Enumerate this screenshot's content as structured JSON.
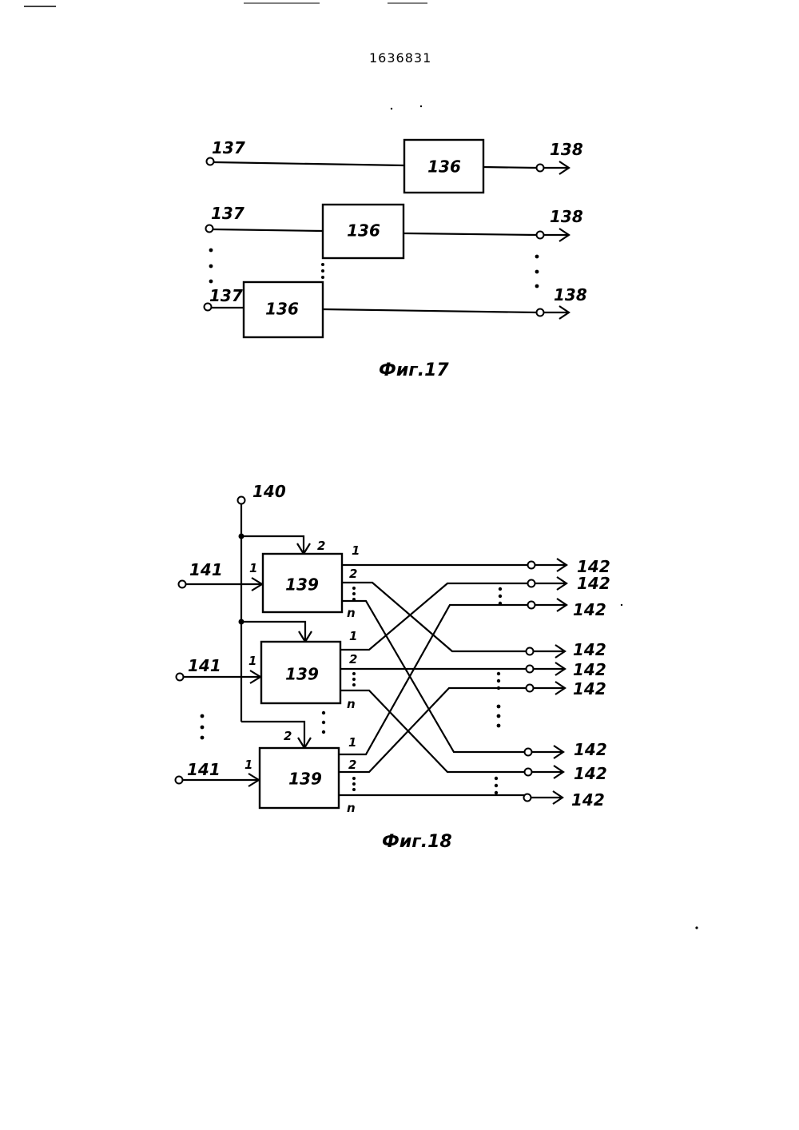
{
  "page_number": "1636831",
  "fig17": {
    "caption": "Фиг.17",
    "input_label": "137",
    "output_label": "138",
    "block_label": "136"
  },
  "fig18": {
    "caption": "Фиг.18",
    "control_label": "140",
    "input_label": "141",
    "output_label": "142",
    "block_label": "139",
    "port_1": "1",
    "port_2": "2",
    "port_n": "n"
  }
}
